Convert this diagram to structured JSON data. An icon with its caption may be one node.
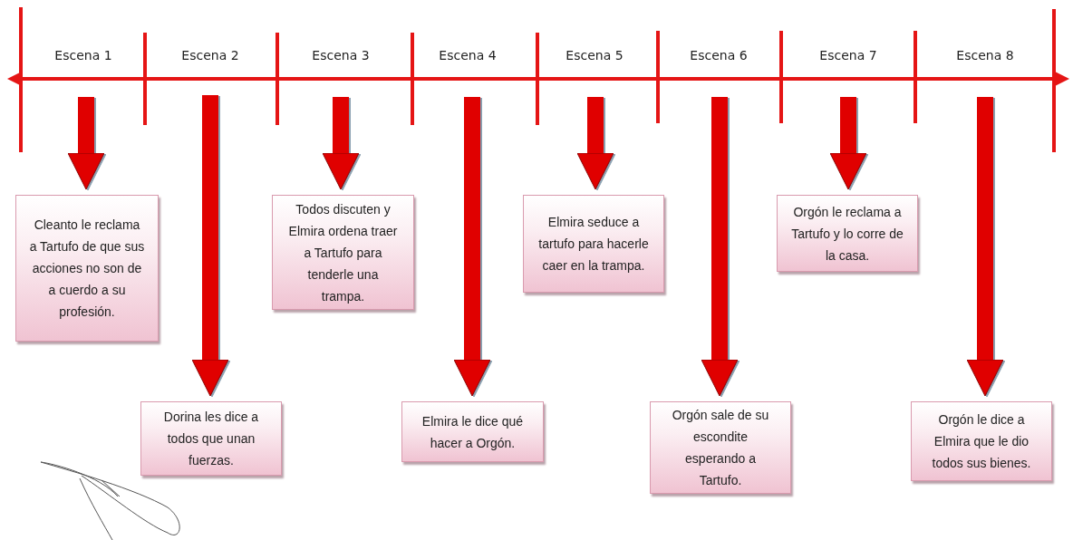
{
  "diagram": {
    "nodes": [
      {
        "text": [
          "Cleanto le reclama a Tartufo de que sus acciones no son de a cuerdo a su profesión."
        ]
      },
      {
        "text": [
          "Dorina les dice a todos que unan fuerzas."
        ]
      },
      {
        "text": [
          "Todos discuten y Elmira ordena traer a Tartufo para tenderle una trampa."
        ]
      },
      {
        "text": [
          "Elmira le dice qué hacer a Orgón."
        ]
      },
      {
        "text": [
          "Elmira seduce a tartufo para hacerle caer en la trampa."
        ]
      },
      {
        "text": [
          "Orgón sale de su escondite esperando a Tartufo."
        ]
      },
      {
        "text": [
          "Orgón le reclama a Tartufo y lo corre de la casa."
        ]
      },
      {
        "text": [
          "Orgón le dice a Elmira que le dio todos sus bienes."
        ]
      }
    ],
    "edges": [
      {
        "from": null,
        "to": 0,
        "arrow": "to"
      },
      {
        "from": null,
        "to": 1,
        "arrow": "to"
      },
      {
        "from": null,
        "to": 2,
        "arrow": "to"
      },
      {
        "from": null,
        "to": 3,
        "arrow": "to"
      },
      {
        "from": null,
        "to": 4,
        "arrow": "to"
      },
      {
        "from": null,
        "to": 5,
        "arrow": "to"
      },
      {
        "from": null,
        "to": 6,
        "arrow": "to"
      },
      {
        "from": null,
        "to": 7,
        "arrow": "to"
      }
    ],
    "labels": [
      "Escena 1",
      "Escena 2",
      "Escena 3",
      "Escena 4",
      "Escena 5",
      "Escena 6",
      "Escena 7",
      "Escena 8"
    ]
  }
}
